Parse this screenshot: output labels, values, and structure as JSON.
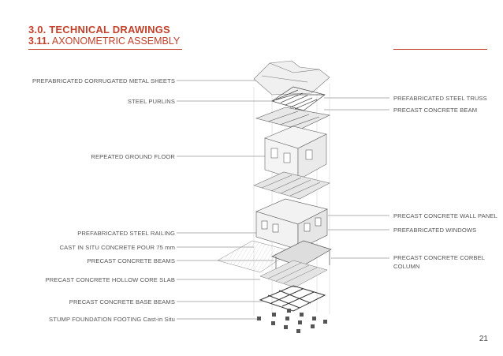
{
  "header": {
    "section": "3.0. TECHNICAL DRAWINGS",
    "subsection_num": "3.11.",
    "subsection_title": "AXONOMETRIC ASSEMBLY"
  },
  "labels_left": [
    "PREFABRICATED CORRUGATED METAL SHEETS",
    "STEEL PURLINS",
    "REPEATED GROUND FLOOR",
    "PREFABRICATED STEEL RAILING",
    "CAST IN SITU CONCRETE POUR 75 mm",
    "PRECAST CONCRETE BEAMS",
    "PRECAST CONCRETE HOLLOW CORE SLAB",
    "PRECAST CONCRETE BASE BEAMS",
    "STUMP FOUNDATION FOOTING Cast-in Situ"
  ],
  "labels_right": [
    "PREFABRICATED STEEL TRUSS",
    "PRECAST CONCRETE BEAM",
    "PRECAST CONCRETE WALL PANEL",
    "PREFABRICATED WINDOWS",
    "PRECAST CONCRETE CORBEL",
    "COLUMN"
  ],
  "page_number": "21",
  "colors": {
    "accent": "#c2412b",
    "text": "#555555",
    "line": "#555555"
  }
}
